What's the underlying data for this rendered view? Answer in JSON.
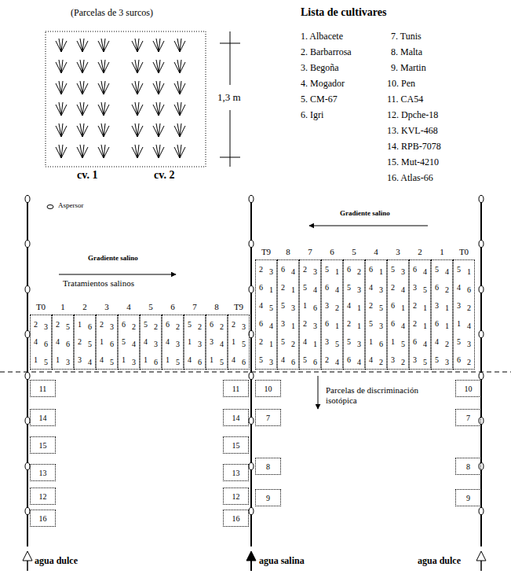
{
  "diagram": {
    "nodes": [
      {
        "text": [
          "T0",
          "2",
          "3",
          "4",
          "6",
          "1",
          "5"
        ]
      },
      {
        "text": [
          "1",
          "2",
          "5",
          "4",
          "6",
          "1",
          "3"
        ]
      },
      {
        "text": [
          "2",
          "1",
          "6",
          "2",
          "5",
          "3",
          "4"
        ]
      },
      {
        "text": [
          "3",
          "2",
          "3",
          "1",
          "6",
          "4",
          "5"
        ]
      },
      {
        "text": [
          "4",
          "6",
          "2",
          "5",
          "4",
          "1",
          "3"
        ]
      },
      {
        "text": [
          "5",
          "5",
          "2",
          "4",
          "3",
          "1",
          "6"
        ]
      },
      {
        "text": [
          "6",
          "6",
          "2",
          "4",
          "3",
          "1",
          "5"
        ]
      },
      {
        "text": [
          "7",
          "5",
          "2",
          "1",
          "3",
          "4",
          "6"
        ]
      },
      {
        "text": [
          "8",
          "6",
          "2",
          "3",
          "4",
          "1",
          "5"
        ]
      },
      {
        "text": [
          "T9",
          "2",
          "3",
          "1",
          "5",
          "4",
          "6"
        ]
      },
      {
        "text": [
          "T9",
          "2",
          "3",
          "6",
          "1",
          "4",
          "5",
          "6",
          "4",
          "2",
          "1",
          "5",
          "3"
        ]
      },
      {
        "text": [
          "8",
          "6",
          "4",
          "2",
          "1",
          "5",
          "3",
          "3",
          "1",
          "5",
          "2",
          "4",
          "6"
        ]
      },
      {
        "text": [
          "7",
          "2",
          "3",
          "5",
          "4",
          "1",
          "6",
          "2",
          "3",
          "4",
          "1",
          "5",
          "6"
        ]
      },
      {
        "text": [
          "6",
          "5",
          "1",
          "6",
          "4",
          "3",
          "2",
          "6",
          "1",
          "3",
          "5",
          "2",
          "4"
        ]
      },
      {
        "text": [
          "5",
          "6",
          "2",
          "5",
          "3",
          "4",
          "1",
          "2",
          "1",
          "5",
          "3",
          "6",
          "4"
        ]
      },
      {
        "text": [
          "4",
          "6",
          "1",
          "4",
          "3",
          "2",
          "5",
          "5",
          "3",
          "1",
          "6",
          "4",
          "2"
        ]
      },
      {
        "text": [
          "3",
          "5",
          "3",
          "2",
          "4",
          "6",
          "1",
          "6",
          "4",
          "1",
          "5",
          "3",
          "2"
        ]
      },
      {
        "text": [
          "2",
          "6",
          "4",
          "3",
          "5",
          "2",
          "1",
          "2",
          "1",
          "6",
          "4",
          "3",
          "5"
        ]
      },
      {
        "text": [
          "1",
          "5",
          "4",
          "6",
          "2",
          "3",
          "1",
          "6",
          "1",
          "4",
          "2",
          "5",
          "3"
        ]
      },
      {
        "text": [
          "T0",
          "5",
          "1",
          "4",
          "6",
          "3",
          "2",
          "1",
          "4",
          "5",
          "3",
          "6",
          "2"
        ]
      },
      {
        "text": [
          "11"
        ]
      },
      {
        "text": [
          "11"
        ]
      },
      {
        "text": [
          "10"
        ]
      },
      {
        "text": [
          "10"
        ]
      },
      {
        "text": [
          "14"
        ]
      },
      {
        "text": [
          "14"
        ]
      },
      {
        "text": [
          "7"
        ]
      },
      {
        "text": [
          "7"
        ]
      },
      {
        "text": [
          "15"
        ]
      },
      {
        "text": [
          "15"
        ]
      },
      {
        "text": [
          "13"
        ]
      },
      {
        "text": [
          "13"
        ]
      },
      {
        "text": [
          "8"
        ]
      },
      {
        "text": [
          "8"
        ]
      },
      {
        "text": [
          "12"
        ]
      },
      {
        "text": [
          "12"
        ]
      },
      {
        "text": [
          "9"
        ]
      },
      {
        "text": [
          "9"
        ]
      },
      {
        "text": [
          "16"
        ]
      },
      {
        "text": [
          "16"
        ]
      }
    ],
    "labels": [
      "(Parcelas de 3 surcos)",
      "1,3 m",
      "cv. 1",
      "cv. 2",
      "Lista de cultivares",
      "1. Albacete",
      "2. Barbarrosa",
      "3. Begoña",
      "4. Mogador",
      "5. CM-67",
      "6. Igri",
      "7. Tunis",
      "8. Malta",
      "9. Martin",
      "10. Pen",
      "11. CA54",
      "12. Dpche-18",
      "13. KVL-468",
      "14. RPB-7078",
      "15. Mut-4210",
      "16. Atlas-66",
      "Gradiente salino",
      "Tratamientos salinos",
      "Gradiente salino",
      "Parcelas de discriminación isotópica",
      "agua dulce",
      "agua salina",
      "agua dulce"
    ],
    "legend": [
      {
        "text": "Aspersor"
      }
    ]
  }
}
